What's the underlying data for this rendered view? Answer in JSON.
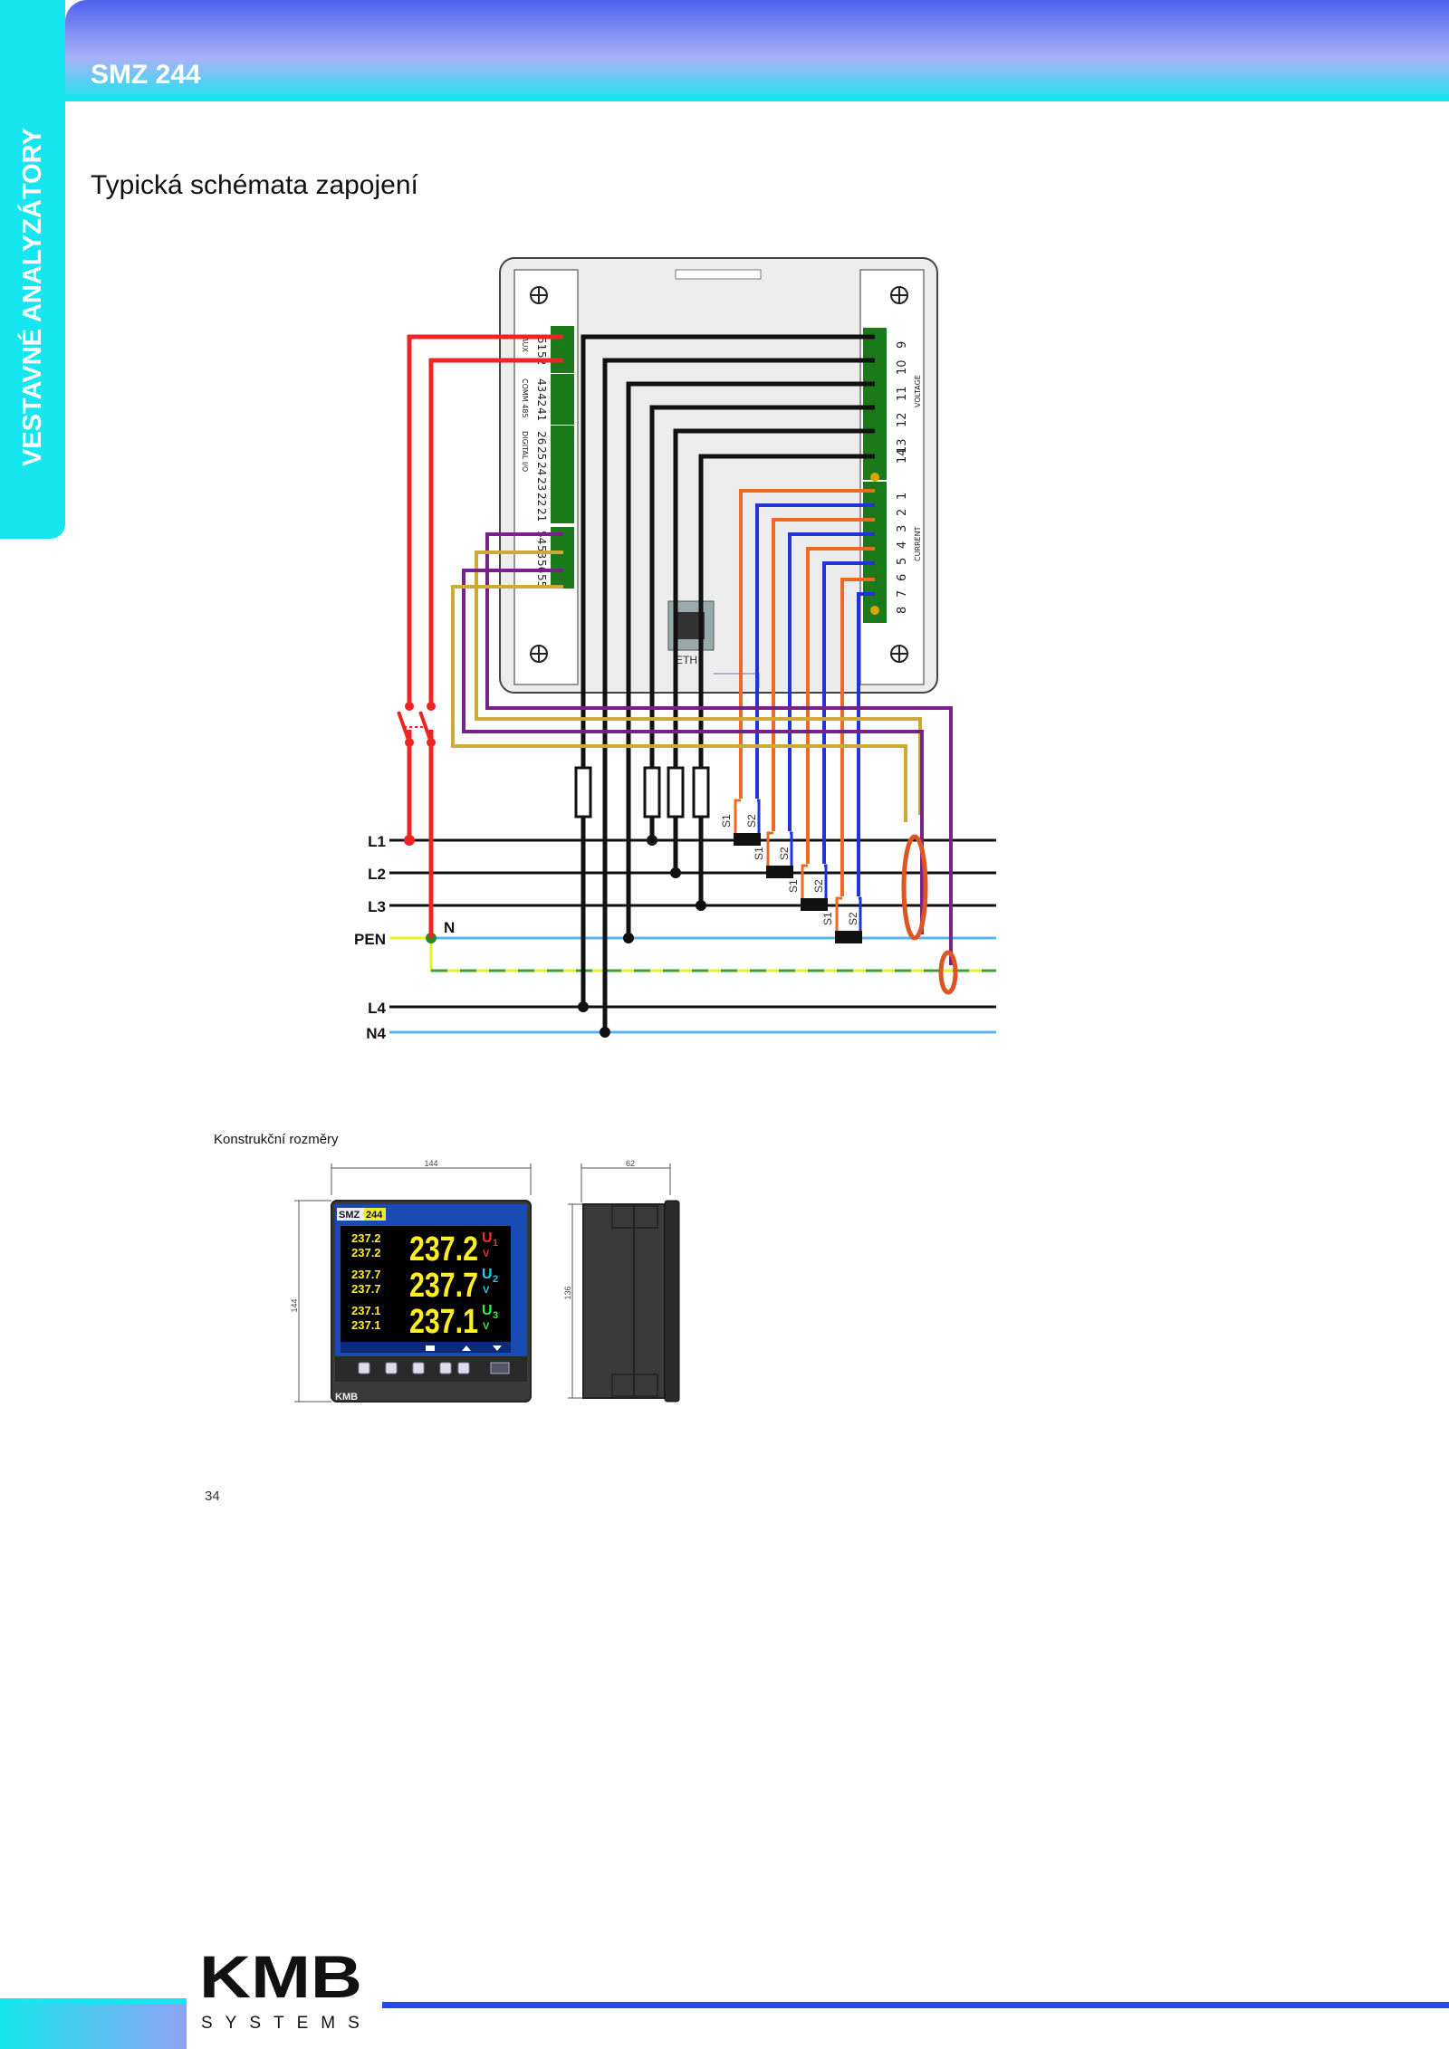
{
  "header": {
    "side_tab_label": "VESTAVNÉ ANALYZÁTORY",
    "product_name": "SMZ 244"
  },
  "section_title": "Typická schémata zapojení",
  "wiring": {
    "phase_labels": [
      "L1",
      "L2",
      "L3",
      "PEN",
      "L4",
      "N4"
    ],
    "neutral_label": "N",
    "ct_terminals": [
      "S1",
      "S2"
    ],
    "eth_label": "ETH",
    "terminal_groups": [
      {
        "numbers": [
          "51",
          "52"
        ],
        "caption": "AUX"
      },
      {
        "numbers": [
          "43",
          "42",
          "41"
        ],
        "caption": "COMM 485"
      },
      {
        "numbers": [
          "26",
          "25",
          "24",
          "23",
          "22",
          "21"
        ],
        "caption": "DIGITAL I/O"
      },
      {
        "numbers": [
          "54",
          "53",
          "56",
          "55"
        ],
        "caption": ""
      }
    ],
    "right_terminals_top": [
      "9",
      "10",
      "11",
      "12",
      "13",
      "14"
    ],
    "right_top_caption": "VOLTAGE",
    "right_terminals_bottom": [
      "1",
      "2",
      "3",
      "4",
      "5",
      "6",
      "7",
      "8"
    ],
    "right_bottom_caption": "CURRENT",
    "colors": {
      "aux": "#ee2424",
      "voltage": "#111111",
      "ct_s1": "#ee6a22",
      "ct_s2": "#2233dd",
      "diff_ct_a": "#772288",
      "diff_ct_b": "#ccaa33",
      "neutral": "#5ab4ee",
      "pe_green": "#3aa33a",
      "pe_yellow": "#eeee22",
      "ct_ring": "#dd5522"
    }
  },
  "dimensions": {
    "title": "Konstrukční rozměry",
    "front_width": "144",
    "front_height": "144",
    "side_depth": "62",
    "side_height": "136"
  },
  "device_front": {
    "brand_tag": "SMZ",
    "model_tag": "244",
    "readings": [
      {
        "main": "237.2",
        "max": "237.2",
        "min": "237.2",
        "quantity": "U",
        "index": "1",
        "unit": "V",
        "color": "#ee3322"
      },
      {
        "main": "237.7",
        "max": "237.7",
        "min": "237.7",
        "quantity": "U",
        "index": "2",
        "unit": "V",
        "color": "#22ccee"
      },
      {
        "main": "237.1",
        "max": "237.1",
        "min": "237.1",
        "quantity": "U",
        "index": "3",
        "unit": "V",
        "color": "#33ee44"
      }
    ],
    "front_logo": "KMB"
  },
  "page_number": "34",
  "footer": {
    "logo_text": "KMB",
    "logo_subtext": "SYSTEMS"
  }
}
